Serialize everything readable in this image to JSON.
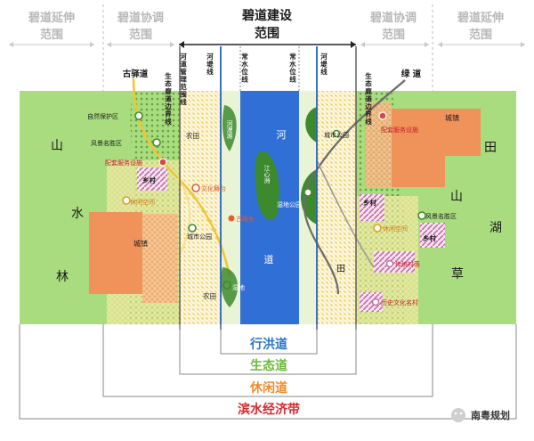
{
  "header": {
    "outer_left": [
      "碧道延伸",
      "范围"
    ],
    "coord_left": [
      "碧道协调",
      "范围"
    ],
    "center": [
      "碧道建设",
      "范围"
    ],
    "coord_right": [
      "碧道协调",
      "范围"
    ],
    "outer_right": [
      "碧道延伸",
      "范围"
    ]
  },
  "boundary_labels": {
    "ancient_road": "古驿道",
    "greenway": "绿 道",
    "river_mgmt_left": "河道管理范围线",
    "levee_left": "河堤线",
    "normal_water_left": "常水位线",
    "normal_water_right": "常水位线",
    "levee_right": "河堤线",
    "eco_corridor_left": "生态廊道边界线",
    "eco_corridor_right": "生态廊道边界线"
  },
  "regions": {
    "left_far": [
      "山",
      "水",
      "林"
    ],
    "right_far_tian": "田",
    "right_far_shan": "山",
    "right_far_hu": "湖",
    "right_far_cao": "草",
    "river_char_he": "河",
    "river_char_dao": "道",
    "field_left_top": "农田",
    "field_left_bottom": "农田",
    "field_right": "田"
  },
  "features": {
    "nature_reserve": "自然保护区",
    "scenic_left": "风景名胜区",
    "service_left": "配套服务设施",
    "village_left": "乡村",
    "leisure_left": "休闲空间",
    "town_left": "城镇",
    "cultural_stage": "文化舞台",
    "ancient_dock": "古码头",
    "city_park_left": "城市公园",
    "wetland_left": "湿地",
    "beach": "河漫滩",
    "island": "江心洲",
    "wetland_park": "湿地公园",
    "city_park_right": "城市公园",
    "town_right": "城镇",
    "service_right": "配套服务设施",
    "village_right_1": "乡村",
    "leisure_right": "休闲空间",
    "scenic_right": "风景名胜区",
    "village_right_2": "乡村",
    "traditional_village": "传统村落",
    "historic_village": "历史文化名村"
  },
  "bands": {
    "flood": "行洪道",
    "eco": "生态道",
    "leisure": "休闲道",
    "economy": "滨水经济带"
  },
  "watermark": "南粤规划",
  "colors": {
    "river": "#2f6fd6",
    "land_green": "#a9dc7e",
    "town": "#f0935a",
    "flood": "#2a72c8",
    "eco": "#6bb83a",
    "leisure": "#f08a2a",
    "economy": "#d8282d",
    "header_gray": "#b8b8b8",
    "header_dark": "#1a1a1a"
  }
}
